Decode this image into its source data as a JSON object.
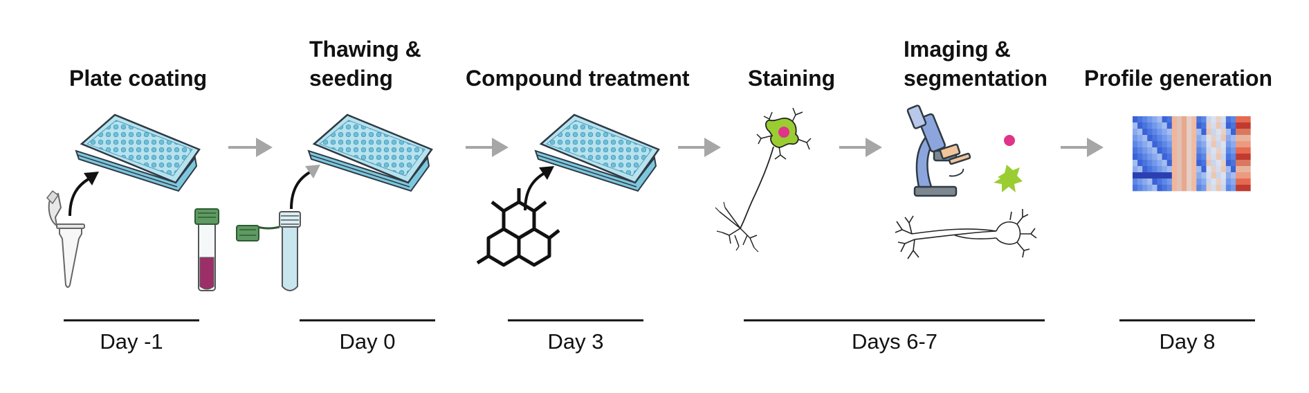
{
  "steps": [
    {
      "title": "Plate coating",
      "day": "Day -1"
    },
    {
      "title_line1": "Thawing &",
      "title_line2": "seeding",
      "day": "Day 0"
    },
    {
      "title": "Compound treatment",
      "day": "Day 3"
    },
    {
      "title": "Staining"
    },
    {
      "title_line1": "Imaging &",
      "title_line2": "segmentation",
      "day": "Days 6-7"
    },
    {
      "title": "Profile generation",
      "day": "Day 8"
    }
  ],
  "colors": {
    "plate": "#a9dcea",
    "plate_edge": "#2e3a44",
    "arrow_gray": "#a6a6a6",
    "neuron_body": "#9acd32",
    "nucleus": "#e0338a",
    "tube_media": "#9c2f68",
    "tube_cap": "#5e9a62",
    "tube_liquid": "#c7e6ee",
    "microscope": "#7d9ed6"
  },
  "icons": [
    "microplate-icon",
    "eppendorf-tube-icon",
    "cryo-vial-icon",
    "falcon-tube-icon",
    "compound-structure-icon",
    "neuron-icon",
    "microscope-icon",
    "heatmap-icon"
  ]
}
